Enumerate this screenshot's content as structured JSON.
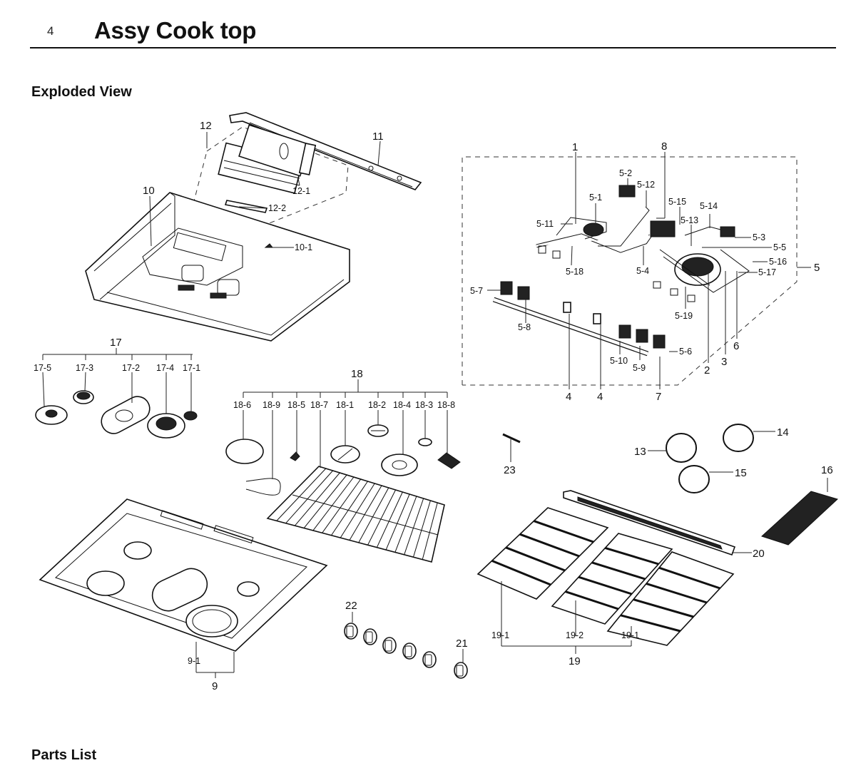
{
  "header": {
    "page_number": "4",
    "title": "Assy Cook top"
  },
  "sections": {
    "exploded_view": "Exploded View",
    "parts_list": "Parts List"
  },
  "callouts": {
    "c1": "1",
    "c2": "2",
    "c3": "3",
    "c4a": "4",
    "c4b": "4",
    "c5": "5",
    "c6": "6",
    "c7": "7",
    "c8": "8",
    "c5_1": "5-1",
    "c5_2": "5-2",
    "c5_3": "5-3",
    "c5_4": "5-4",
    "c5_5": "5-5",
    "c5_6": "5-6",
    "c5_7": "5-7",
    "c5_8": "5-8",
    "c5_9": "5-9",
    "c5_10": "5-10",
    "c5_11": "5-11",
    "c5_12": "5-12",
    "c5_13": "5-13",
    "c5_14": "5-14",
    "c5_15": "5-15",
    "c5_16": "5-16",
    "c5_17": "5-17",
    "c5_18": "5-18",
    "c5_19": "5-19",
    "c9": "9",
    "c9_1": "9-1",
    "c10": "10",
    "c10_1": "10-1",
    "c11": "11",
    "c12": "12",
    "c12_1": "12-1",
    "c12_2": "12-2",
    "c13": "13",
    "c14": "14",
    "c15": "15",
    "c16": "16",
    "c17": "17",
    "c17_1": "17-1",
    "c17_2": "17-2",
    "c17_3": "17-3",
    "c17_4": "17-4",
    "c17_5": "17-5",
    "c18": "18",
    "c18_1": "18-1",
    "c18_2": "18-2",
    "c18_3": "18-3",
    "c18_4": "18-4",
    "c18_5": "18-5",
    "c18_6": "18-6",
    "c18_7": "18-7",
    "c18_8": "18-8",
    "c18_9": "18-9",
    "c19": "19",
    "c19_1a": "19-1",
    "c19_2": "19-2",
    "c19_1b": "19-1",
    "c20": "20",
    "c21": "21",
    "c22": "22",
    "c23": "23"
  }
}
